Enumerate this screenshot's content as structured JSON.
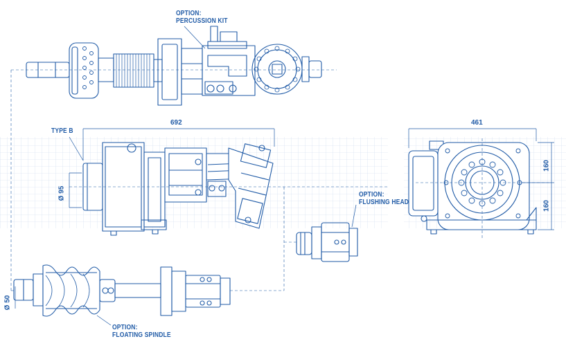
{
  "colors": {
    "ink": "#1f5aa6",
    "ink_light": "#2e6fc4",
    "grid": "#c9d8ee",
    "fill": "#ffffff"
  },
  "labels": {
    "percussion_kit": [
      "OPTION:",
      "PERCUSSION KIT"
    ],
    "type_b": "TYPE B",
    "flushing_head": [
      "OPTION:",
      "FLUSHING HEAD"
    ],
    "floating_spindle": [
      "OPTION:",
      "FLOATING SPINDLE"
    ]
  },
  "dimensions": {
    "side_length": "692",
    "front_width": "461",
    "front_upper_height": "160",
    "front_lower_height": "160",
    "spindle_diameter": "Ø 95",
    "floating_spindle_diameter": "Ø 50"
  }
}
